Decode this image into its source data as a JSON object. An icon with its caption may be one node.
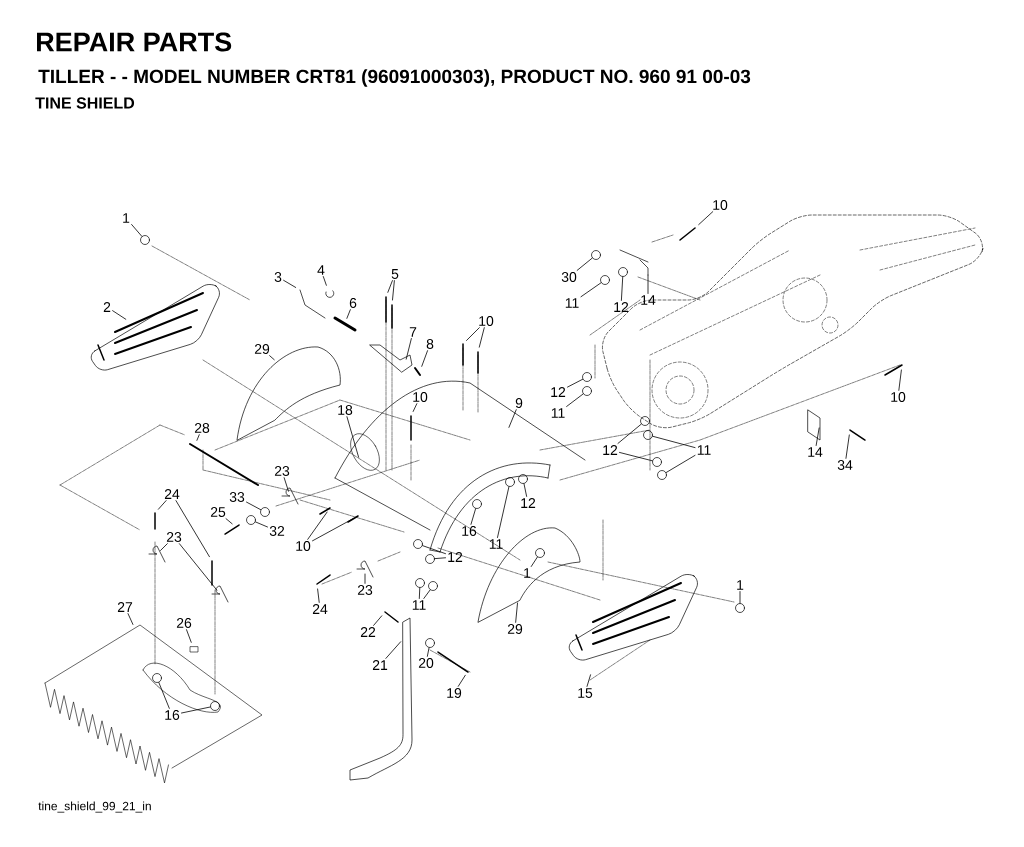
{
  "diagram": {
    "title": "REPAIR PARTS",
    "nodes": [
      {
        "text": [
          "1"
        ]
      },
      {
        "text": [
          "2"
        ]
      },
      {
        "text": [
          "3"
        ]
      },
      {
        "text": [
          "4"
        ]
      },
      {
        "text": [
          "5"
        ]
      },
      {
        "text": [
          "6"
        ]
      },
      {
        "text": [
          "7"
        ]
      },
      {
        "text": [
          "8"
        ]
      },
      {
        "text": [
          "10"
        ]
      },
      {
        "text": [
          "29"
        ]
      },
      {
        "text": [
          "10"
        ]
      },
      {
        "text": [
          "9"
        ]
      },
      {
        "text": [
          "18"
        ]
      },
      {
        "text": [
          "28"
        ]
      },
      {
        "text": [
          "23"
        ]
      },
      {
        "text": [
          "33"
        ]
      },
      {
        "text": [
          "25"
        ]
      },
      {
        "text": [
          "32"
        ]
      },
      {
        "text": [
          "24"
        ]
      },
      {
        "text": [
          "23"
        ]
      },
      {
        "text": [
          "10"
        ]
      },
      {
        "text": [
          "16"
        ]
      },
      {
        "text": [
          "11"
        ]
      },
      {
        "text": [
          "12"
        ]
      },
      {
        "text": [
          "12"
        ]
      },
      {
        "text": [
          "24"
        ]
      },
      {
        "text": [
          "23"
        ]
      },
      {
        "text": [
          "11"
        ]
      },
      {
        "text": [
          "1"
        ]
      },
      {
        "text": [
          "29"
        ]
      },
      {
        "text": [
          "1"
        ]
      },
      {
        "text": [
          "22"
        ]
      },
      {
        "text": [
          "21"
        ]
      },
      {
        "text": [
          "20"
        ]
      },
      {
        "text": [
          "19"
        ]
      },
      {
        "text": [
          "15"
        ]
      },
      {
        "text": [
          "27"
        ]
      },
      {
        "text": [
          "26"
        ]
      },
      {
        "text": [
          "16"
        ]
      },
      {
        "text": [
          "30"
        ]
      },
      {
        "text": [
          "10"
        ]
      },
      {
        "text": [
          "11"
        ]
      },
      {
        "text": [
          "12"
        ]
      },
      {
        "text": [
          "14"
        ]
      },
      {
        "text": [
          "12"
        ]
      },
      {
        "text": [
          "11"
        ]
      },
      {
        "text": [
          "12"
        ]
      },
      {
        "text": [
          "11"
        ]
      },
      {
        "text": [
          "10"
        ]
      },
      {
        "text": [
          "14"
        ]
      },
      {
        "text": [
          "34"
        ]
      },
      {
        "text": [],
        "shape": "circle"
      },
      {
        "text": [],
        "shape": "circle"
      },
      {
        "text": [],
        "shape": "circle"
      },
      {
        "text": [],
        "shape": "circle"
      },
      {
        "text": [],
        "shape": "circle"
      },
      {
        "text": [],
        "shape": "circle"
      },
      {
        "text": [],
        "shape": "circle"
      },
      {
        "text": [],
        "shape": "circle"
      },
      {
        "text": [],
        "shape": "circle"
      },
      {
        "text": [],
        "shape": "circle"
      },
      {
        "text": [],
        "shape": "circle"
      },
      {
        "text": [],
        "shape": "circle"
      },
      {
        "text": [],
        "shape": "circle"
      },
      {
        "text": [],
        "shape": "circle"
      },
      {
        "text": [],
        "shape": "circle"
      },
      {
        "text": [],
        "shape": "circle"
      },
      {
        "text": [],
        "shape": "circle"
      },
      {
        "text": [],
        "shape": "circle"
      },
      {
        "text": [],
        "shape": "circle"
      },
      {
        "text": [],
        "shape": "circle"
      },
      {
        "text": [],
        "shape": "circle"
      },
      {
        "text": [],
        "shape": "circle"
      },
      {
        "text": [],
        "shape": "circle"
      },
      {
        "text": [],
        "shape": "circle"
      }
    ],
    "edges": [
      {
        "from": 0,
        "to": 51,
        "arrow": "none"
      },
      {
        "from": 1,
        "to": null,
        "arrow": "none"
      },
      {
        "from": 2,
        "to": null,
        "arrow": "none"
      },
      {
        "from": 3,
        "to": null,
        "arrow": "none"
      },
      {
        "from": 4,
        "to": null,
        "arrow": "none"
      },
      {
        "from": 4,
        "to": null,
        "arrow": "none"
      },
      {
        "from": 5,
        "to": null,
        "arrow": "none"
      },
      {
        "from": 6,
        "to": null,
        "arrow": "none"
      },
      {
        "from": 7,
        "to": null,
        "arrow": "none"
      },
      {
        "from": 8,
        "to": null,
        "arrow": "none"
      },
      {
        "from": 8,
        "to": null,
        "arrow": "none"
      },
      {
        "from": 9,
        "to": null,
        "arrow": "none"
      },
      {
        "from": 10,
        "to": null,
        "arrow": "none"
      },
      {
        "from": 11,
        "to": null,
        "arrow": "none"
      },
      {
        "from": 12,
        "to": null,
        "arrow": "none"
      },
      {
        "from": 13,
        "to": null,
        "arrow": "none"
      },
      {
        "from": 14,
        "to": null,
        "arrow": "none"
      },
      {
        "from": 15,
        "to": 52,
        "arrow": "none"
      },
      {
        "from": 16,
        "to": null,
        "arrow": "none"
      },
      {
        "from": 17,
        "to": 53,
        "arrow": "none"
      },
      {
        "from": 18,
        "to": null,
        "arrow": "none"
      },
      {
        "from": 18,
        "to": null,
        "arrow": "none"
      },
      {
        "from": 19,
        "to": null,
        "arrow": "none"
      },
      {
        "from": 19,
        "to": null,
        "arrow": "none"
      },
      {
        "from": 20,
        "to": null,
        "arrow": "none"
      },
      {
        "from": 20,
        "to": null,
        "arrow": "none"
      },
      {
        "from": 21,
        "to": 54,
        "arrow": "none"
      },
      {
        "from": 22,
        "to": 55,
        "arrow": "none"
      },
      {
        "from": 23,
        "to": 56,
        "arrow": "none"
      },
      {
        "from": 24,
        "to": 57,
        "arrow": "none"
      },
      {
        "from": 24,
        "to": 58,
        "arrow": "none"
      },
      {
        "from": 25,
        "to": null,
        "arrow": "none"
      },
      {
        "from": 26,
        "to": null,
        "arrow": "none"
      },
      {
        "from": 27,
        "to": 59,
        "arrow": "none"
      },
      {
        "from": 27,
        "to": 60,
        "arrow": "none"
      },
      {
        "from": 28,
        "to": 61,
        "arrow": "none"
      },
      {
        "from": 29,
        "to": null,
        "arrow": "none"
      },
      {
        "from": 30,
        "to": 62,
        "arrow": "none"
      },
      {
        "from": 31,
        "to": null,
        "arrow": "none"
      },
      {
        "from": 32,
        "to": null,
        "arrow": "none"
      },
      {
        "from": 33,
        "to": 63,
        "arrow": "none"
      },
      {
        "from": 34,
        "to": null,
        "arrow": "none"
      },
      {
        "from": 35,
        "to": null,
        "arrow": "none"
      },
      {
        "from": 36,
        "to": null,
        "arrow": "none"
      },
      {
        "from": 37,
        "to": null,
        "arrow": "none"
      },
      {
        "from": 38,
        "to": 64,
        "arrow": "none"
      },
      {
        "from": 38,
        "to": 65,
        "arrow": "none"
      },
      {
        "from": 39,
        "to": 66,
        "arrow": "none"
      },
      {
        "from": 40,
        "to": null,
        "arrow": "none"
      },
      {
        "from": 41,
        "to": 67,
        "arrow": "none"
      },
      {
        "from": 42,
        "to": 68,
        "arrow": "none"
      },
      {
        "from": 43,
        "to": null,
        "arrow": "none"
      },
      {
        "from": 44,
        "to": 69,
        "arrow": "none"
      },
      {
        "from": 45,
        "to": 70,
        "arrow": "none"
      },
      {
        "from": 46,
        "to": 71,
        "arrow": "none"
      },
      {
        "from": 46,
        "to": 72,
        "arrow": "none"
      },
      {
        "from": 47,
        "to": 73,
        "arrow": "none"
      },
      {
        "from": 47,
        "to": 74,
        "arrow": "none"
      },
      {
        "from": 48,
        "to": null,
        "arrow": "none"
      },
      {
        "from": 49,
        "to": null,
        "arrow": "none"
      },
      {
        "from": 50,
        "to": null,
        "arrow": "none"
      }
    ],
    "labels": [
      "TILLER - - MODEL NUMBER CRT81 (96091000303), PRODUCT NO. 960 91 00-03",
      "TINE SHIELD",
      "tine_shield_99_21_in"
    ]
  }
}
